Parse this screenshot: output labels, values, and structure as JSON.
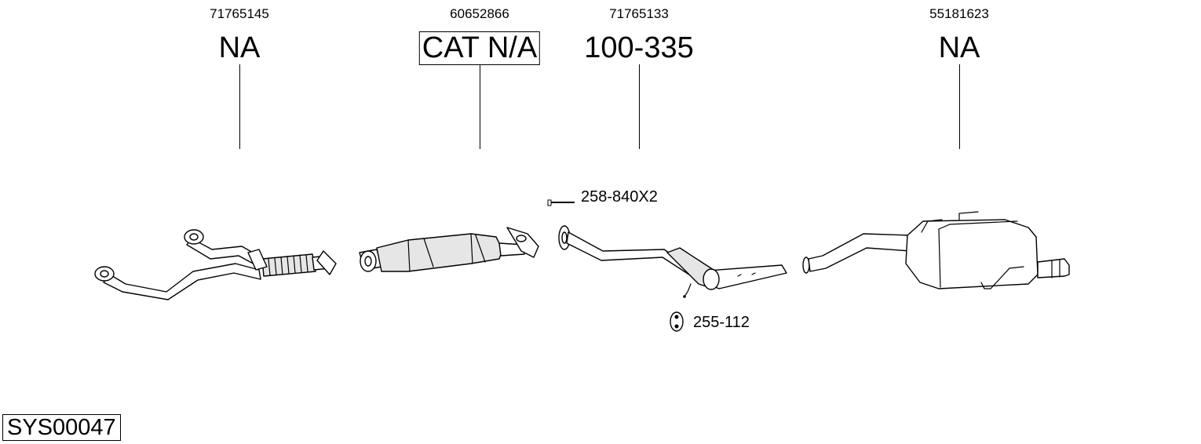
{
  "parts": [
    {
      "oem": "71765145",
      "code": "NA"
    },
    {
      "oem": "60652866",
      "code": "CAT N/A"
    },
    {
      "oem": "71765133",
      "code": "100-335"
    },
    {
      "oem": "55181623",
      "code": "NA"
    }
  ],
  "accessories": {
    "bolt": {
      "label": "258-840X2"
    },
    "rubber_mount": {
      "label": "255-112"
    }
  },
  "system_code": "SYS00047"
}
